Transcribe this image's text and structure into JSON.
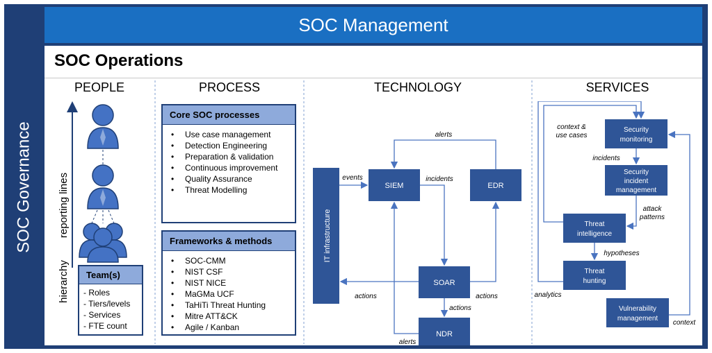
{
  "management_title": "SOC Management",
  "governance_label": "SOC Governance",
  "operations_title": "SOC Operations",
  "columns": {
    "people": "PEOPLE",
    "process": "PROCESS",
    "technology": "TECHNOLOGY",
    "services": "SERVICES"
  },
  "people": {
    "reporting_lines": "reporting lines",
    "hierarchy": "hierarchy",
    "team_title": "Team(s)",
    "team_items": [
      "- Roles",
      "- Tiers/levels",
      "- Services",
      "- FTE count"
    ]
  },
  "process": {
    "core_title": "Core SOC processes",
    "core_items": [
      "Use case management",
      "Detection Engineering",
      "Preparation & validation",
      "Continuous improvement",
      "Quality Assurance",
      "Threat Modelling"
    ],
    "frameworks_title": "Frameworks & methods",
    "framework_items": [
      "SOC-CMM",
      "NIST CSF",
      "NIST NICE",
      "MaGMa UCF",
      "TaHiTi Threat Hunting",
      "Mitre ATT&CK",
      "Agile / Kanban"
    ]
  },
  "technology": {
    "it_infra": "IT infrastructure",
    "siem": "SIEM",
    "edr": "EDR",
    "soar": "SOAR",
    "ndr": "NDR",
    "alerts_top": "alerts",
    "events": "events",
    "incidents": "incidents",
    "actions_left": "actions",
    "actions_right": "actions",
    "actions_down": "actions",
    "alerts_bottom": "alerts"
  },
  "services": {
    "sec_mon_1": "Security",
    "sec_mon_2": "monitoring",
    "sim_1": "Security",
    "sim_2": "incident",
    "sim_3": "management",
    "ti_1": "Threat",
    "ti_2": "intelligence",
    "th_1": "Threat",
    "th_2": "hunting",
    "vm_1": "Vulnerability",
    "vm_2": "management",
    "context_use_1": "context &",
    "context_use_2": "use cases",
    "incidents": "incidents",
    "attack_1": "attack",
    "attack_2": "patterns",
    "hypotheses": "hypotheses",
    "analytics": "analytics",
    "context": "context"
  },
  "colors": {
    "dark_navy": "#1f3f76",
    "bar_blue": "#1a6fc2",
    "box_blue": "#2f5597",
    "light_blue": "#8eaadb",
    "arrow": "#4a74c0"
  }
}
